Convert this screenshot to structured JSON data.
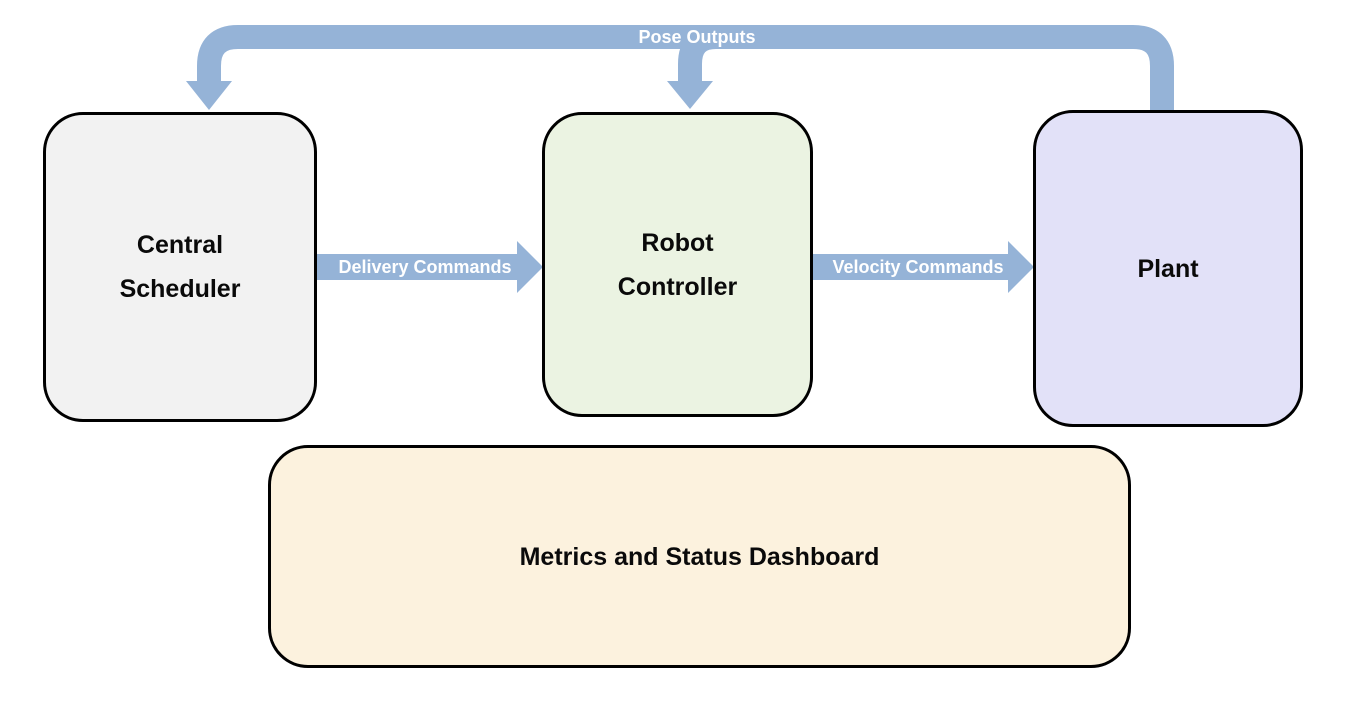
{
  "nodes": {
    "central_scheduler": {
      "label_line1": "Central",
      "label_line2": "Scheduler"
    },
    "robot_controller": {
      "label_line1": "Robot",
      "label_line2": "Controller"
    },
    "plant": {
      "label": "Plant"
    },
    "dashboard": {
      "label": "Metrics and Status Dashboard"
    }
  },
  "edges": {
    "pose_outputs": {
      "label": "Pose Outputs",
      "from": "Plant",
      "to": "Central Scheduler and Robot Controller"
    },
    "delivery_commands": {
      "label": "Delivery Commands",
      "from": "Central Scheduler",
      "to": "Robot Controller"
    },
    "velocity_commands": {
      "label": "Velocity Commands",
      "from": "Robot Controller",
      "to": "Plant"
    }
  },
  "colors": {
    "arrow_blue": "#95B3D7",
    "scheduler_fill": "#F2F2F2",
    "controller_fill": "#EBF3E2",
    "plant_fill": "#E2E1F8",
    "dashboard_fill": "#FCF2DE",
    "node_border": "#000000",
    "node_text": "#0A0A0A",
    "edge_label_text": "#FFFFFF",
    "background": "#FFFFFF"
  }
}
